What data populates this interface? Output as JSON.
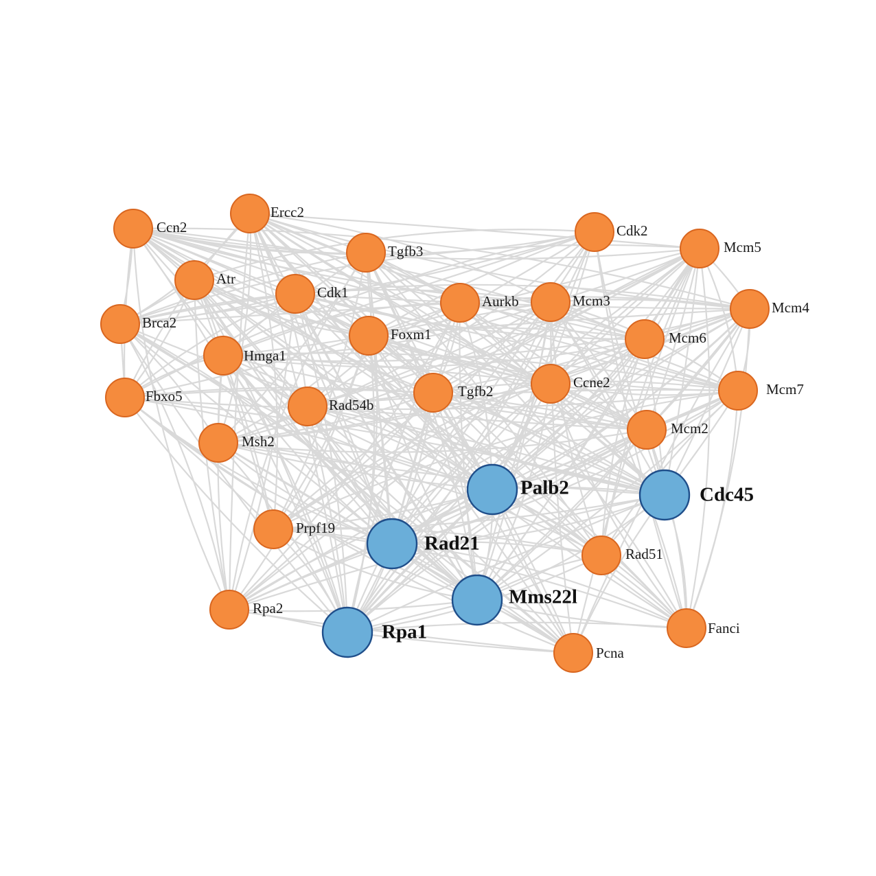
{
  "colors": {
    "edge": "#d9d9d9",
    "minor_fill": "#f58b3d",
    "minor_stroke": "#d9661f",
    "hub_fill": "#6aaed9",
    "hub_stroke": "#1f4e8a"
  },
  "nodes": [
    {
      "id": "Ccn2",
      "label": "Ccn2",
      "type": "minor"
    },
    {
      "id": "Ercc2",
      "label": "Ercc2",
      "type": "minor"
    },
    {
      "id": "Tgfb3",
      "label": "Tgfb3",
      "type": "minor"
    },
    {
      "id": "Cdk2",
      "label": "Cdk2",
      "type": "minor"
    },
    {
      "id": "Mcm5",
      "label": "Mcm5",
      "type": "minor"
    },
    {
      "id": "Atr",
      "label": "Atr",
      "type": "minor"
    },
    {
      "id": "Cdk1",
      "label": "Cdk1",
      "type": "minor"
    },
    {
      "id": "Aurkb",
      "label": "Aurkb",
      "type": "minor"
    },
    {
      "id": "Mcm3",
      "label": "Mcm3",
      "type": "minor"
    },
    {
      "id": "Mcm4",
      "label": "Mcm4",
      "type": "minor"
    },
    {
      "id": "Brca2",
      "label": "Brca2",
      "type": "minor"
    },
    {
      "id": "Foxm1",
      "label": "Foxm1",
      "type": "minor"
    },
    {
      "id": "Mcm6",
      "label": "Mcm6",
      "type": "minor"
    },
    {
      "id": "Hmga1",
      "label": "Hmga1",
      "type": "minor"
    },
    {
      "id": "Fbxo5",
      "label": "Fbxo5",
      "type": "minor"
    },
    {
      "id": "Rad54b",
      "label": "Rad54b",
      "type": "minor"
    },
    {
      "id": "Tgfb2",
      "label": "Tgfb2",
      "type": "minor"
    },
    {
      "id": "Ccne2",
      "label": "Ccne2",
      "type": "minor"
    },
    {
      "id": "Mcm7",
      "label": "Mcm7",
      "type": "minor"
    },
    {
      "id": "Mcm2",
      "label": "Mcm2",
      "type": "minor"
    },
    {
      "id": "Msh2",
      "label": "Msh2",
      "type": "minor"
    },
    {
      "id": "Palb2",
      "label": "Palb2",
      "type": "hub"
    },
    {
      "id": "Cdc45",
      "label": "Cdc45",
      "type": "hub"
    },
    {
      "id": "Prpf19",
      "label": "Prpf19",
      "type": "minor"
    },
    {
      "id": "Rad21",
      "label": "Rad21",
      "type": "hub"
    },
    {
      "id": "Rad51",
      "label": "Rad51",
      "type": "minor"
    },
    {
      "id": "Mms22l",
      "label": "Mms22l",
      "type": "hub"
    },
    {
      "id": "Rpa2",
      "label": "Rpa2",
      "type": "minor"
    },
    {
      "id": "Rpa1",
      "label": "Rpa1",
      "type": "hub"
    },
    {
      "id": "Fanci",
      "label": "Fanci",
      "type": "minor"
    },
    {
      "id": "Pcna",
      "label": "Pcna",
      "type": "minor"
    }
  ]
}
